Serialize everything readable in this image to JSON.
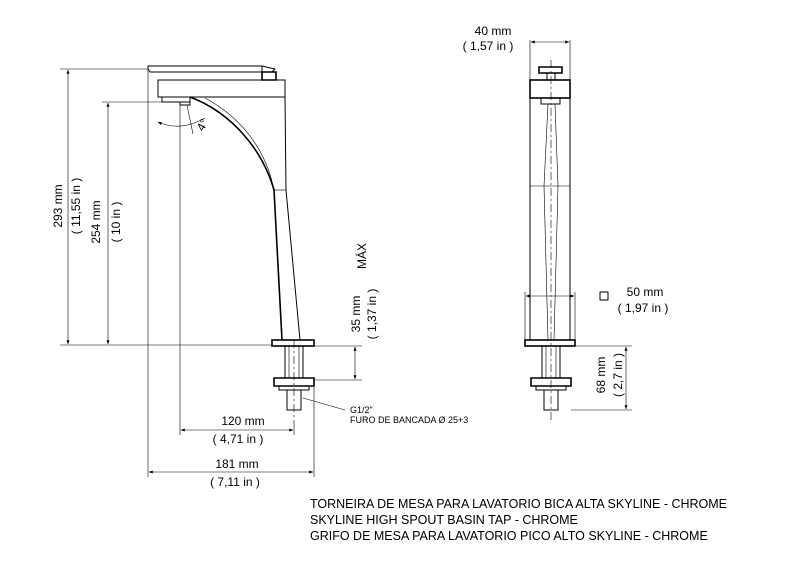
{
  "dimensions": {
    "height_total": {
      "mm": "293 mm",
      "in": "( 11,55 in )"
    },
    "height_spout": {
      "mm": "254 mm",
      "in": "( 10 in )"
    },
    "deck_thickness": {
      "mm": "35 mm",
      "in": "( 1,37 in )",
      "note": "MÁX"
    },
    "reach": {
      "mm": "120 mm",
      "in": "( 4,71 in )"
    },
    "length_total": {
      "mm": "181 mm",
      "in": "( 7,11 in )"
    },
    "width_top": {
      "mm": "40 mm",
      "in": "( 1,57 in )"
    },
    "base_square": {
      "mm": "50 mm",
      "in": "( 1,97 in )"
    },
    "shank_length": {
      "mm": "68 mm",
      "in": "( 2,7 in )"
    },
    "angle": "4°"
  },
  "notes": {
    "thread": "G1/2\"",
    "hole": "FURO DE BANCADA Ø 25+3"
  },
  "title": {
    "line_pt": "TORNEIRA DE MESA PARA LAVATORIO  BICA  ALTA SKYLINE - CHROME",
    "line_en": "SKYLINE HIGH  SPOUT BASIN TAP - CHROME",
    "line_es": "GRIFO DE MESA PARA LAVATORIO PICO ALTO SKYLINE - CHROME"
  }
}
